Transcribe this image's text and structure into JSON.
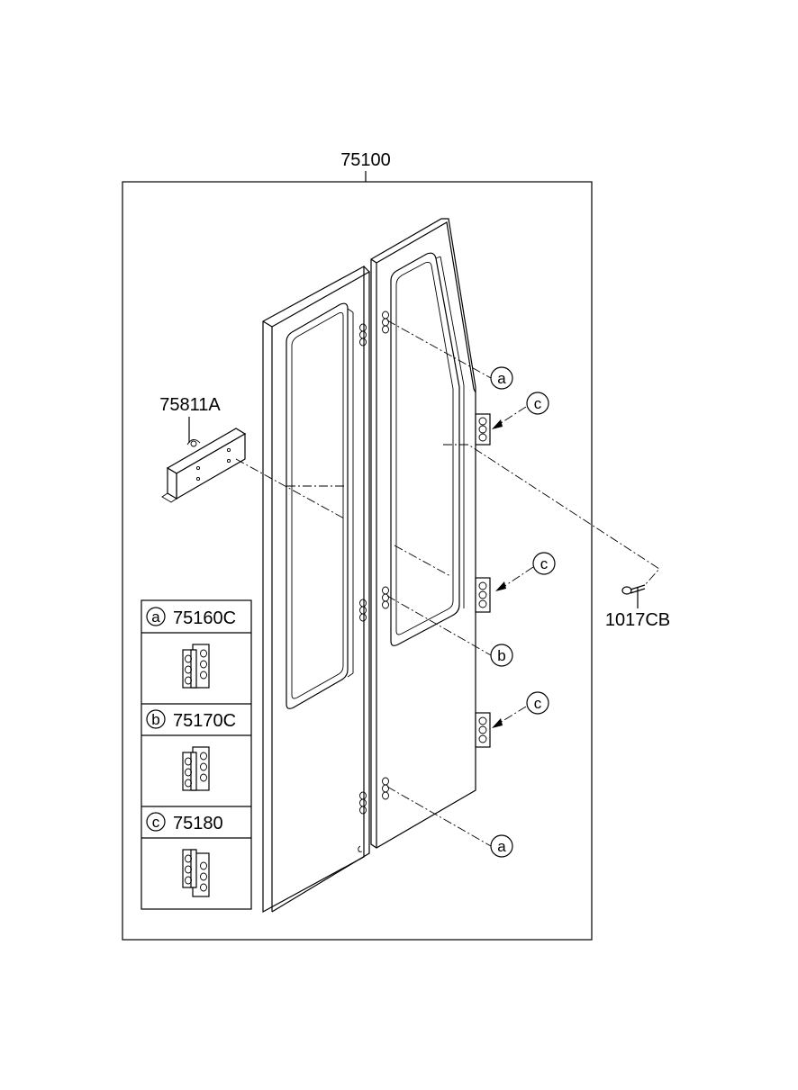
{
  "assembly_label": "75100",
  "parts": {
    "bracket": "75811A",
    "bolt": "1017CB"
  },
  "callouts": {
    "a_top": "a",
    "a_bottom": "a",
    "b": "b",
    "c_top": "c",
    "c_mid": "c",
    "c_bottom": "c"
  },
  "legend": [
    {
      "letter": "a",
      "part": "75160C"
    },
    {
      "letter": "b",
      "part": "75170C"
    },
    {
      "letter": "c",
      "part": "75180"
    }
  ]
}
